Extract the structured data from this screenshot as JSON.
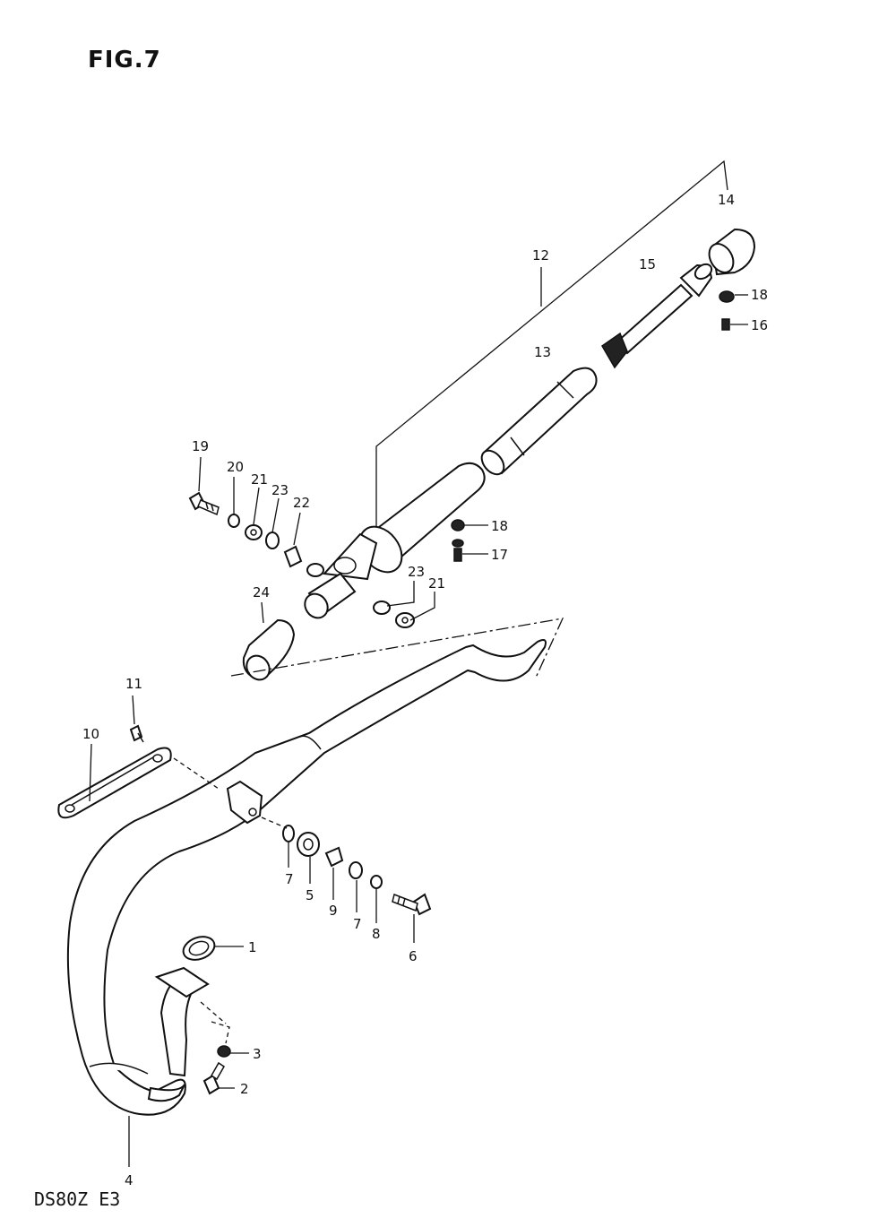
{
  "figure": {
    "title": "FIG.7",
    "model_code": "DS80Z E3"
  },
  "parts": [
    {
      "id": "1",
      "label": "1"
    },
    {
      "id": "2",
      "label": "2"
    },
    {
      "id": "3",
      "label": "3"
    },
    {
      "id": "4",
      "label": "4"
    },
    {
      "id": "5",
      "label": "5"
    },
    {
      "id": "6",
      "label": "6"
    },
    {
      "id": "7a",
      "label": "7"
    },
    {
      "id": "7b",
      "label": "7"
    },
    {
      "id": "8",
      "label": "8"
    },
    {
      "id": "9",
      "label": "9"
    },
    {
      "id": "10",
      "label": "10"
    },
    {
      "id": "11",
      "label": "11"
    },
    {
      "id": "12",
      "label": "12"
    },
    {
      "id": "13",
      "label": "13"
    },
    {
      "id": "14",
      "label": "14"
    },
    {
      "id": "15",
      "label": "15"
    },
    {
      "id": "16",
      "label": "16"
    },
    {
      "id": "17",
      "label": "17"
    },
    {
      "id": "18a",
      "label": "18"
    },
    {
      "id": "18b",
      "label": "18"
    },
    {
      "id": "19",
      "label": "19"
    },
    {
      "id": "20",
      "label": "20"
    },
    {
      "id": "21a",
      "label": "21"
    },
    {
      "id": "21b",
      "label": "21"
    },
    {
      "id": "22",
      "label": "22"
    },
    {
      "id": "23a",
      "label": "23"
    },
    {
      "id": "23b",
      "label": "23"
    },
    {
      "id": "24",
      "label": "24"
    }
  ]
}
